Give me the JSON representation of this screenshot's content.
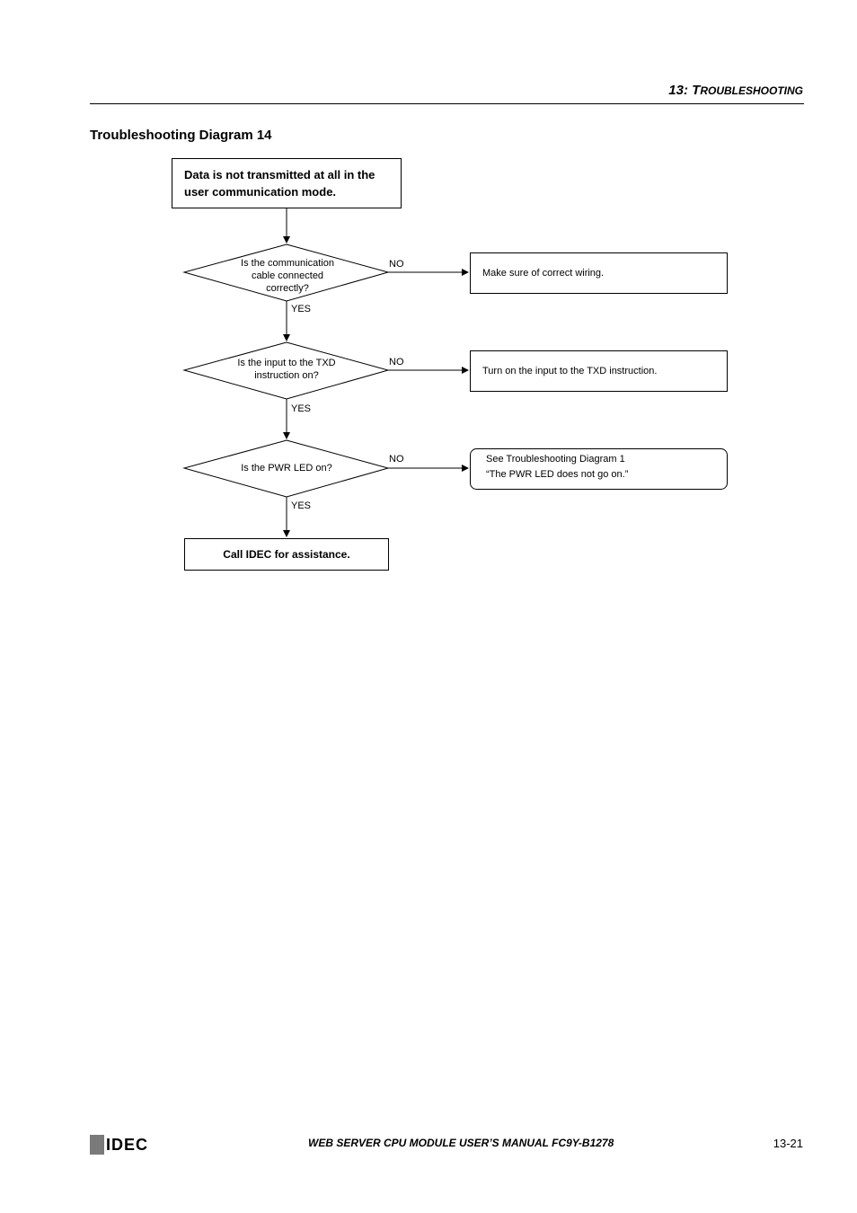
{
  "header": {
    "chapter_num": "13:",
    "chapter_first": "T",
    "chapter_rest": "ROUBLESHOOTING"
  },
  "section_title": "Troubleshooting Diagram 14",
  "flow": {
    "start": "Data is not transmitted at all in the user communication mode.",
    "q1": "Is the communication cable connected correctly?",
    "a1": "Make sure of correct wiring.",
    "q2": "Is the input to the TXD instruction on?",
    "a2": "Turn on the input to the TXD instruction.",
    "q3": "Is the PWR LED on?",
    "a3_line1": "See Troubleshooting Diagram 1",
    "a3_line2": "“The PWR LED does not go on.”",
    "end": "Call IDEC for assistance.",
    "yes_label": "YES",
    "no_label": "NO"
  },
  "footer": {
    "logo_text": "IDEC",
    "manual_title": "WEB SERVER CPU MODULE USER’S MANUAL  FC9Y-B1278",
    "page_number": "13-21"
  }
}
